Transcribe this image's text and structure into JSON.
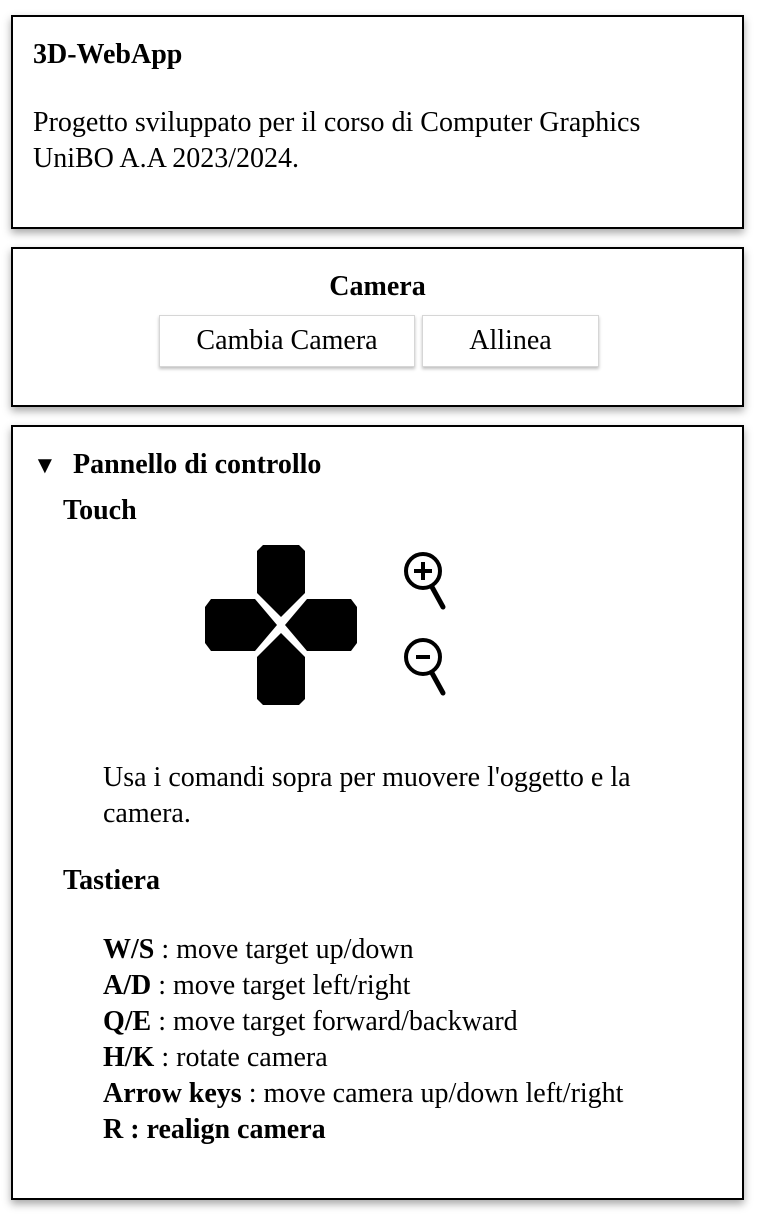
{
  "info": {
    "title": "3D-WebApp",
    "description": "Progetto sviluppato per il corso di Computer Graphics UniBO A.A 2023/2024."
  },
  "camera": {
    "heading": "Camera",
    "switch_label": "Cambia Camera",
    "align_label": "Allinea"
  },
  "controls": {
    "summary": "Pannello di controllo",
    "summary_marker": "▼",
    "touch_heading": "Touch",
    "touch_hint": "Usa i comandi sopra per muovere l'oggetto e la camera.",
    "keyboard_heading": "Tastiera",
    "keys": [
      {
        "key": "W/S",
        "desc": " : move target up/down"
      },
      {
        "key": "A/D",
        "desc": " : move target left/right"
      },
      {
        "key": "Q/E",
        "desc": " : move target forward/backward"
      },
      {
        "key": "H/K",
        "desc": " : rotate camera"
      },
      {
        "key": "Arrow keys",
        "desc": " : move camera up/down left/right"
      }
    ],
    "last_key": "R : realign camera"
  }
}
